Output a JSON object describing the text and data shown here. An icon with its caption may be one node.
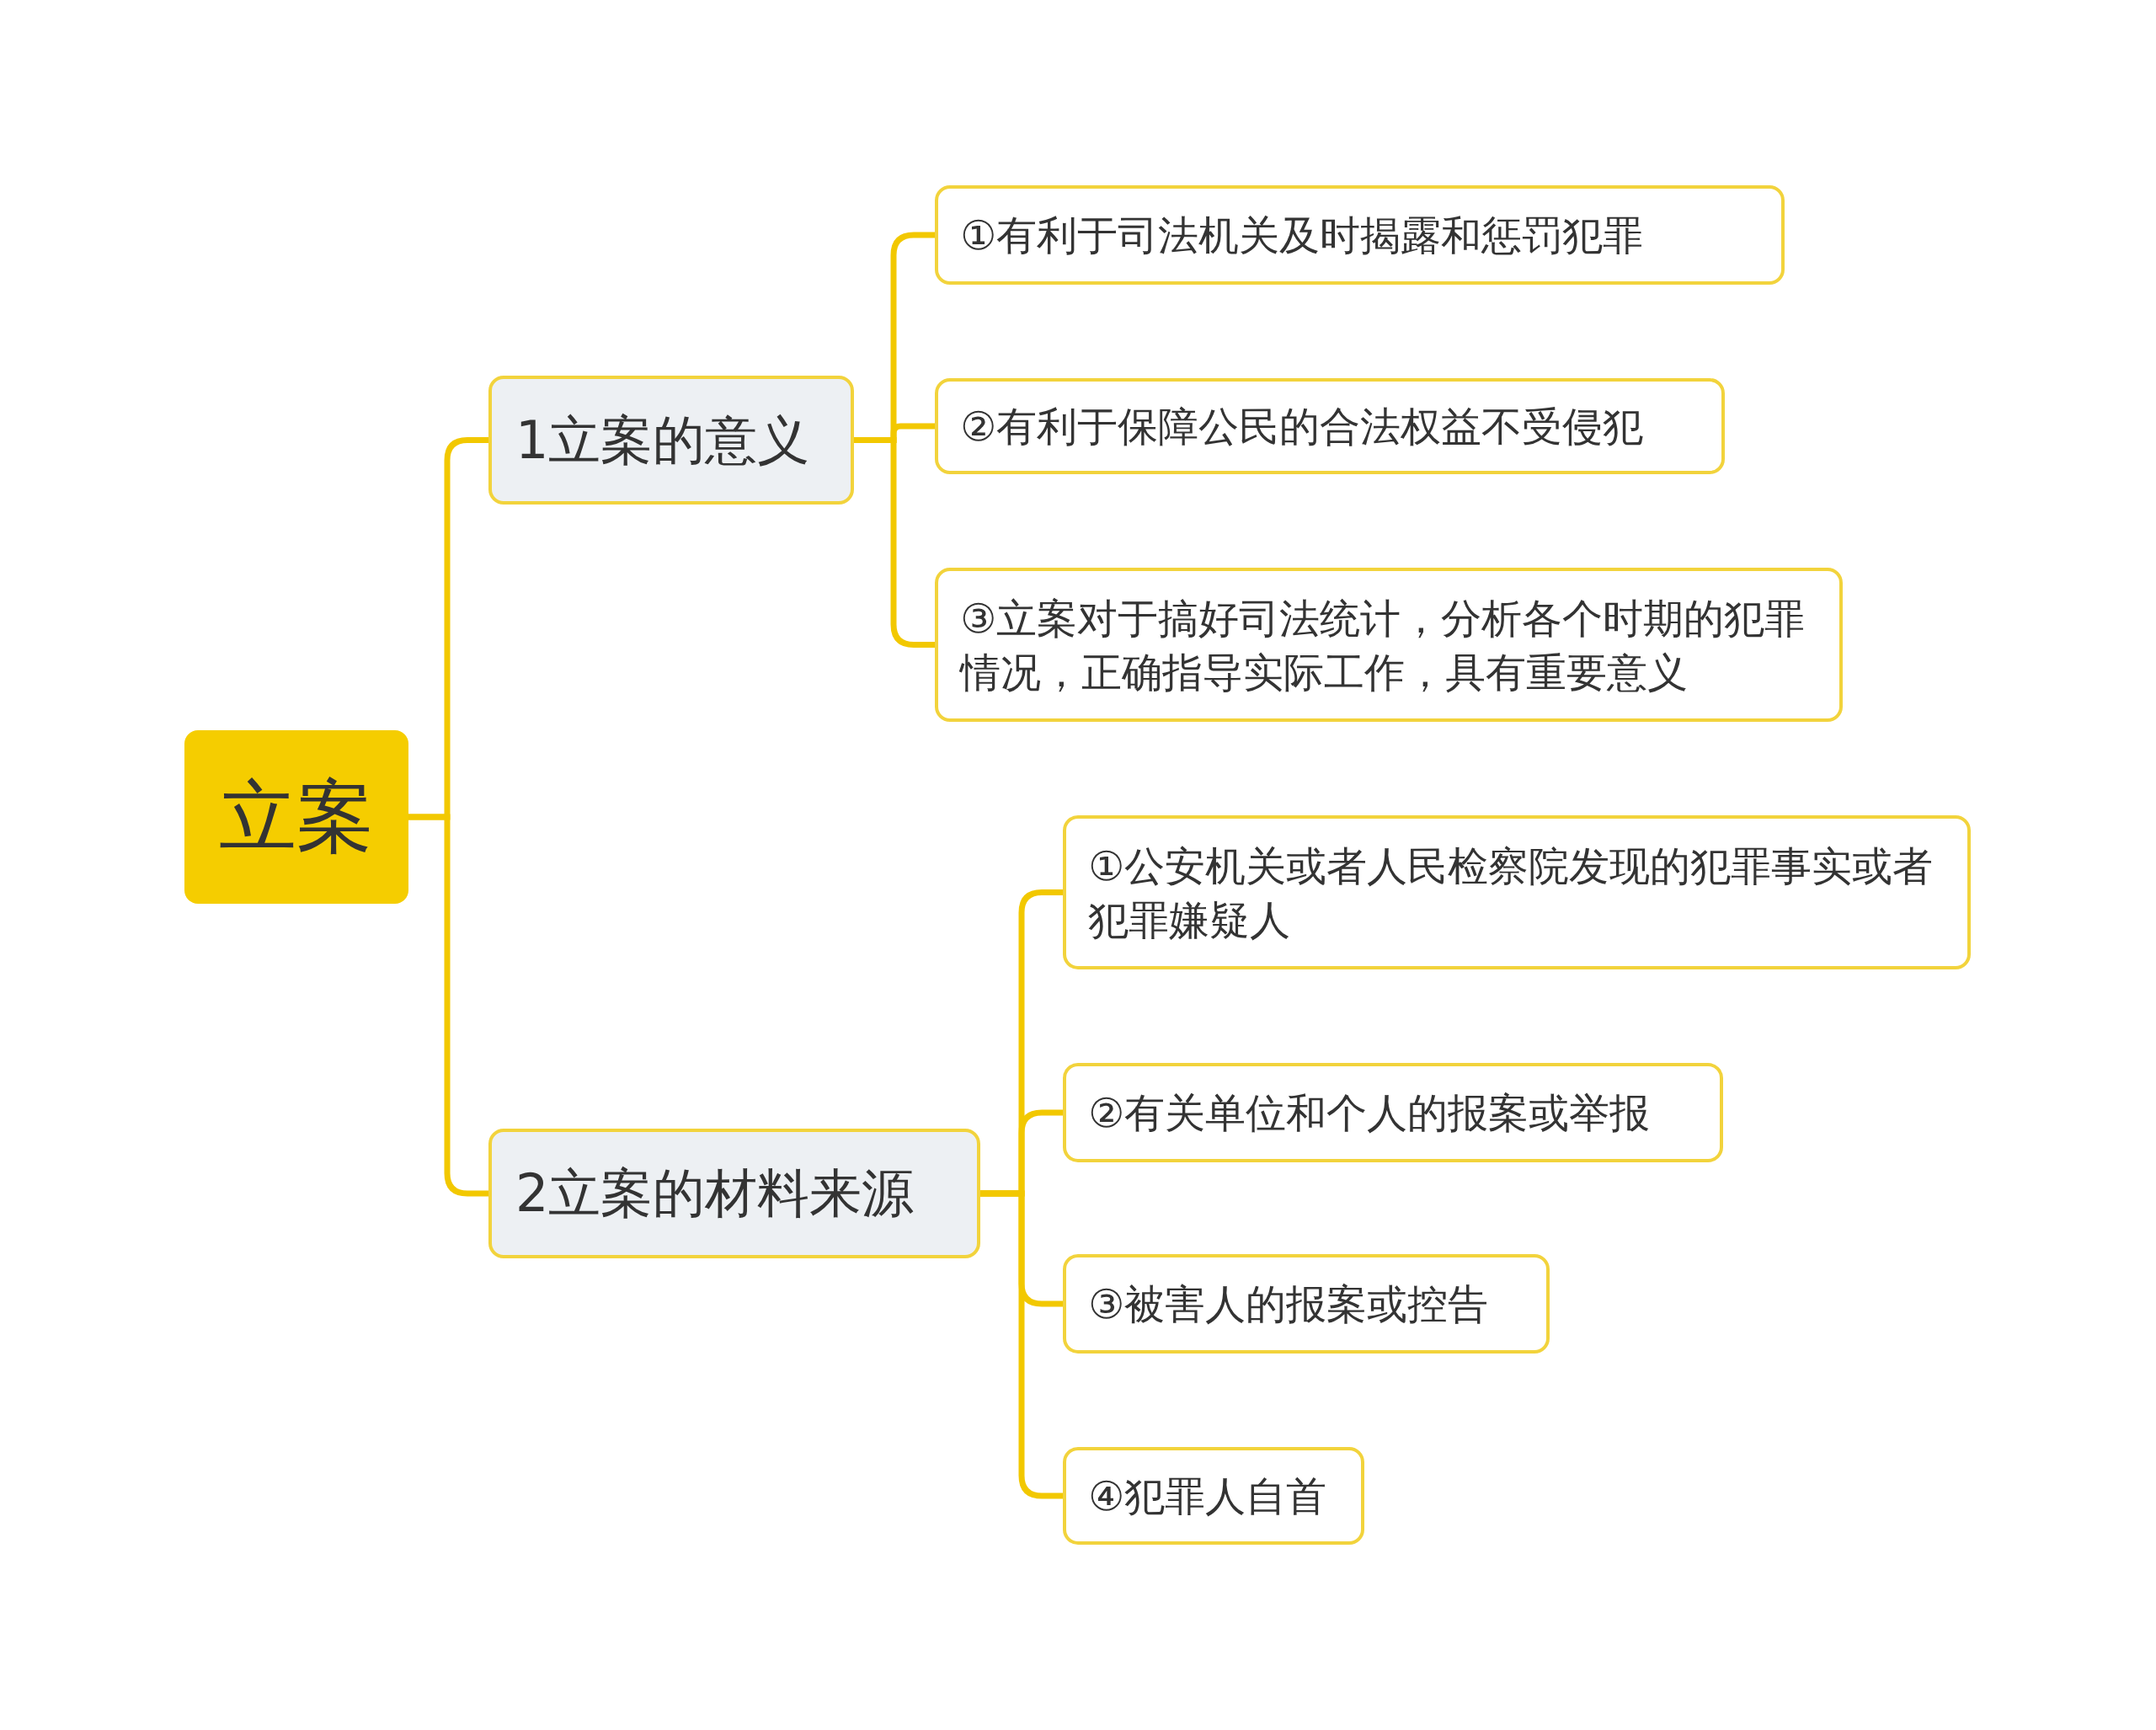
{
  "diagram": {
    "nodes": [
      {
        "text": [
          "立案"
        ]
      },
      {
        "text": [
          "1立案的意义"
        ]
      },
      {
        "text": [
          "①有利于司法机关及时揭露和惩罚犯罪"
        ]
      },
      {
        "text": [
          "②有利于保障公民的合法权益不受侵犯"
        ]
      },
      {
        "text": [
          "③立案对于搞好司法统计，分析各个时期的犯罪情况，正确指导实际工作，具有重要意义"
        ]
      },
      {
        "text": [
          "2立案的材料来源"
        ]
      },
      {
        "text": [
          "①公安机关或者人民检察院发现的犯罪事实或者犯罪嫌疑人"
        ]
      },
      {
        "text": [
          "②有关单位和个人的报案或举报"
        ]
      },
      {
        "text": [
          "③被害人的报案或控告"
        ]
      },
      {
        "text": [
          "④犯罪人自首"
        ]
      }
    ],
    "edges": [
      {
        "from": 0,
        "to": 1,
        "arrow": "none"
      },
      {
        "from": 0,
        "to": 5,
        "arrow": "none"
      },
      {
        "from": 1,
        "to": 2,
        "arrow": "none"
      },
      {
        "from": 1,
        "to": 3,
        "arrow": "none"
      },
      {
        "from": 1,
        "to": 4,
        "arrow": "none"
      },
      {
        "from": 5,
        "to": 6,
        "arrow": "none"
      },
      {
        "from": 5,
        "to": 7,
        "arrow": "none"
      },
      {
        "from": 5,
        "to": 8,
        "arrow": "none"
      },
      {
        "from": 5,
        "to": 9,
        "arrow": "none"
      }
    ]
  }
}
